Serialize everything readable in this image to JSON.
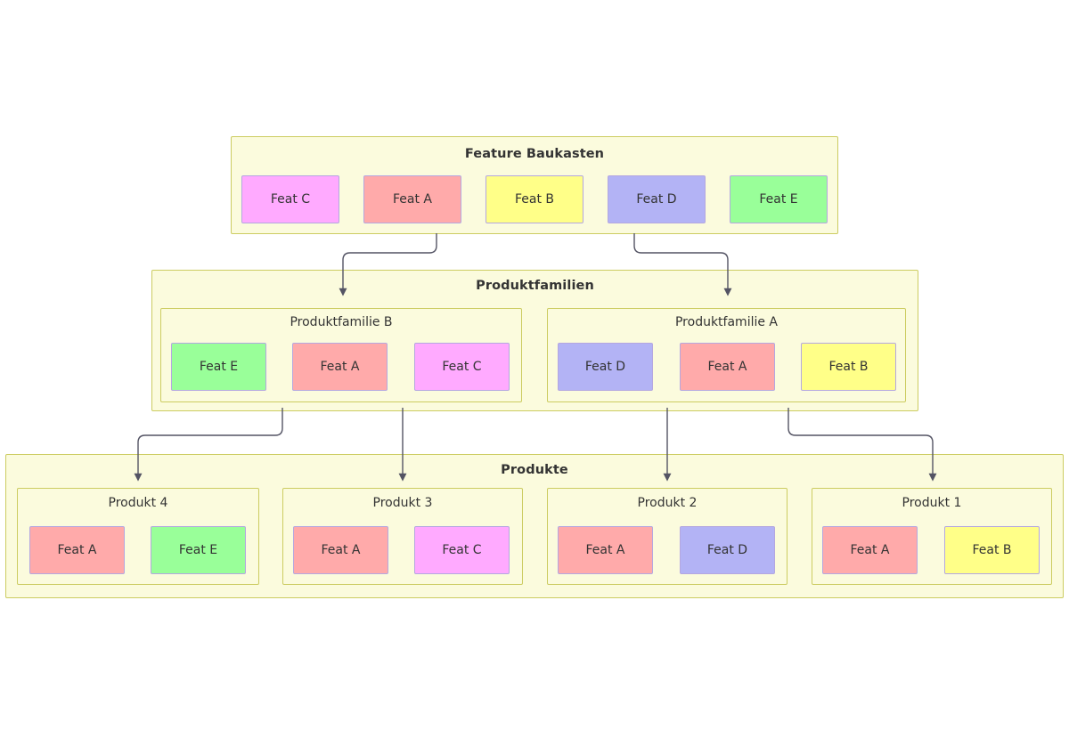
{
  "palette": {
    "group_fill": "#fbfbdd",
    "group_border": "#cccc61",
    "feat_border": "#b4a7e0",
    "edge_stroke": "#545464",
    "text": "#333333",
    "feat_a_fill": "#ffaaaa",
    "feat_b_fill": "#ffff88",
    "feat_c_fill": "#ffaaff",
    "feat_d_fill": "#b3b3f5",
    "feat_e_fill": "#99ff99",
    "background": "#ffffff"
  },
  "diagram": {
    "title_baukasten": "Feature Baukasten",
    "title_produktfamilien": "Produktfamilien",
    "title_produkte": "Produkte"
  },
  "baukasten": {
    "label": "Feature Baukasten",
    "features": [
      {
        "label": "Feat C",
        "color": "#ffaaff"
      },
      {
        "label": "Feat A",
        "color": "#ffaaaa"
      },
      {
        "label": "Feat B",
        "color": "#ffff88"
      },
      {
        "label": "Feat D",
        "color": "#b3b3f5"
      },
      {
        "label": "Feat E",
        "color": "#99ff99"
      }
    ]
  },
  "produktfamilien": {
    "label": "Produktfamilien",
    "families": [
      {
        "label": "Produktfamilie B",
        "features": [
          {
            "label": "Feat E",
            "color": "#99ff99"
          },
          {
            "label": "Feat A",
            "color": "#ffaaaa"
          },
          {
            "label": "Feat C",
            "color": "#ffaaff"
          }
        ]
      },
      {
        "label": "Produktfamilie A",
        "features": [
          {
            "label": "Feat D",
            "color": "#b3b3f5"
          },
          {
            "label": "Feat A",
            "color": "#ffaaaa"
          },
          {
            "label": "Feat B",
            "color": "#ffff88"
          }
        ]
      }
    ]
  },
  "produkte": {
    "label": "Produkte",
    "products": [
      {
        "label": "Produkt 4",
        "features": [
          {
            "label": "Feat A",
            "color": "#ffaaaa"
          },
          {
            "label": "Feat E",
            "color": "#99ff99"
          }
        ]
      },
      {
        "label": "Produkt 3",
        "features": [
          {
            "label": "Feat A",
            "color": "#ffaaaa"
          },
          {
            "label": "Feat C",
            "color": "#ffaaff"
          }
        ]
      },
      {
        "label": "Produkt 2",
        "features": [
          {
            "label": "Feat A",
            "color": "#ffaaaa"
          },
          {
            "label": "Feat D",
            "color": "#b3b3f5"
          }
        ]
      },
      {
        "label": "Produkt 1",
        "features": [
          {
            "label": "Feat A",
            "color": "#ffaaaa"
          },
          {
            "label": "Feat B",
            "color": "#ffff88"
          }
        ]
      }
    ]
  },
  "connections": [
    {
      "from": "Feature Baukasten",
      "to": "Produktfamilie B"
    },
    {
      "from": "Feature Baukasten",
      "to": "Produktfamilie A"
    },
    {
      "from": "Produktfamilie B",
      "to": "Produkt 4"
    },
    {
      "from": "Produktfamilie B",
      "to": "Produkt 3"
    },
    {
      "from": "Produktfamilie A",
      "to": "Produkt 2"
    },
    {
      "from": "Produktfamilie A",
      "to": "Produkt 1"
    }
  ]
}
